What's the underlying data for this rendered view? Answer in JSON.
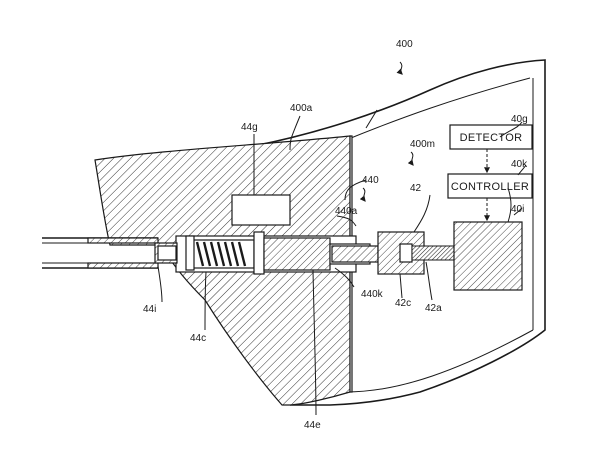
{
  "labels": {
    "device": "400",
    "housing": "400a",
    "chamber": "400m",
    "assembly": "440",
    "assembly_part": "440a",
    "assembly_end": "440k",
    "top_block": "44g",
    "tip": "44i",
    "spring": "44c",
    "piston": "44e",
    "actuator": "42",
    "actuator_body": "42c",
    "actuator_rod": "42a",
    "detector_ref": "40g",
    "controller_ref": "40k",
    "motor_ref": "40i"
  },
  "boxes": {
    "detector": "DETECTOR",
    "controller": "CONTROLLER"
  }
}
